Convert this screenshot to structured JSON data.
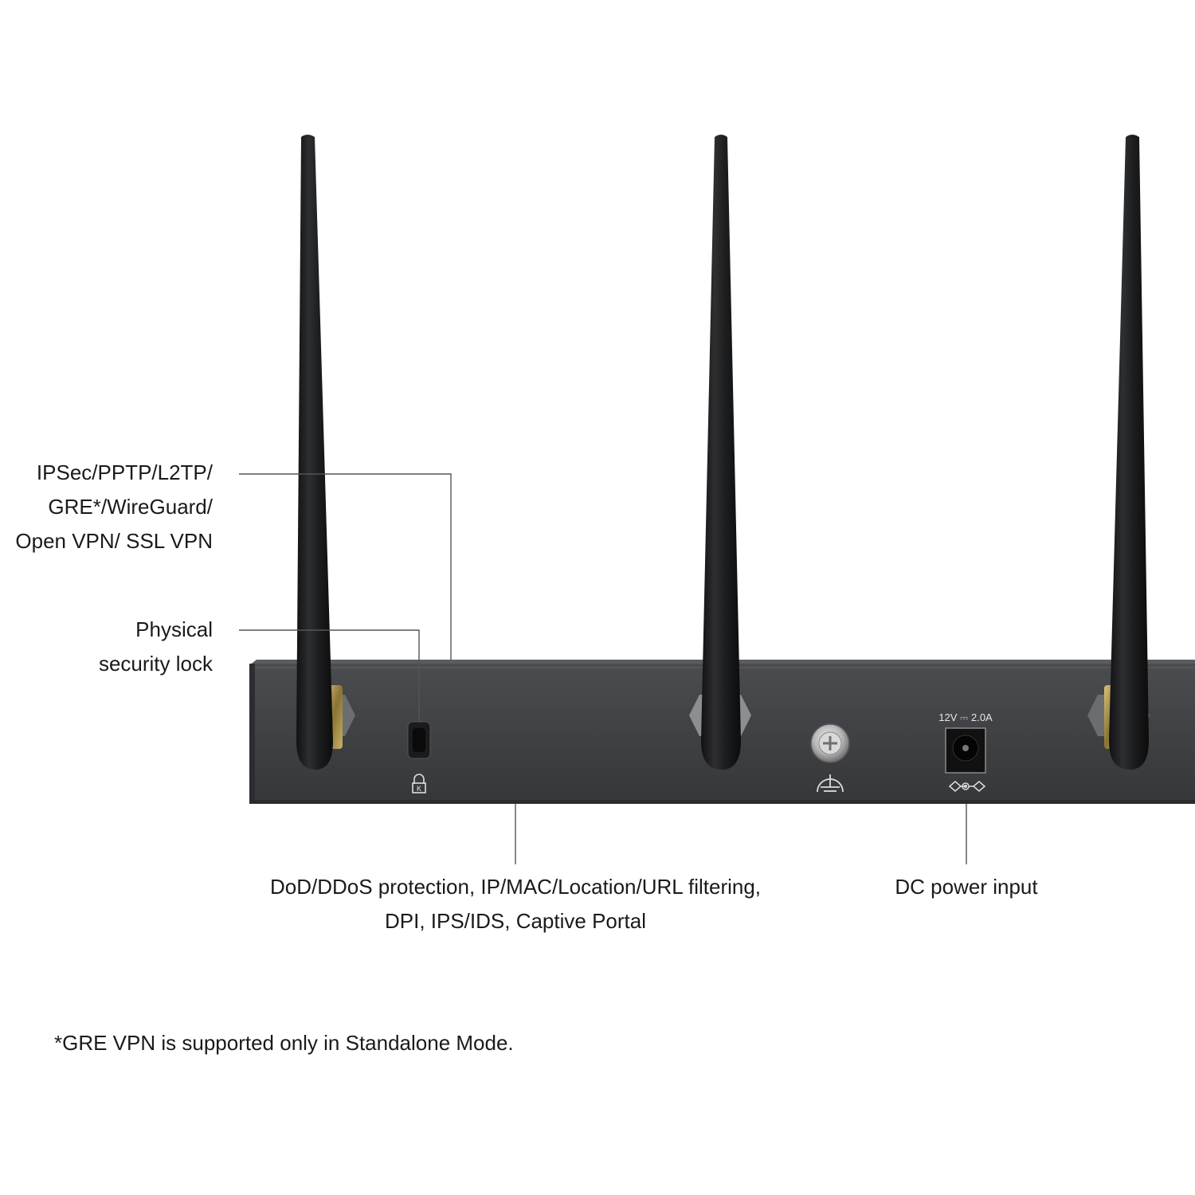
{
  "callouts": {
    "vpn": {
      "lines": [
        "IPSec/PPTP/L2TP/",
        "GRE*/WireGuard/",
        "Open VPN/ SSL VPN"
      ]
    },
    "lock": {
      "lines": [
        "Physical",
        "security lock"
      ]
    },
    "security": {
      "lines": [
        "DoD/DDoS protection, IP/MAC/Location/URL filtering,",
        "DPI, IPS/IDS, Captive Portal"
      ]
    },
    "power": {
      "lines": [
        "DC power input"
      ]
    }
  },
  "footnote": "*GRE VPN is supported only in Standalone Mode.",
  "device": {
    "power_rating": "12V ⎓ 2.0A",
    "body_color": "#3f4144",
    "antenna_color": "#1c1c1d",
    "leader_line_color": "#555555"
  }
}
